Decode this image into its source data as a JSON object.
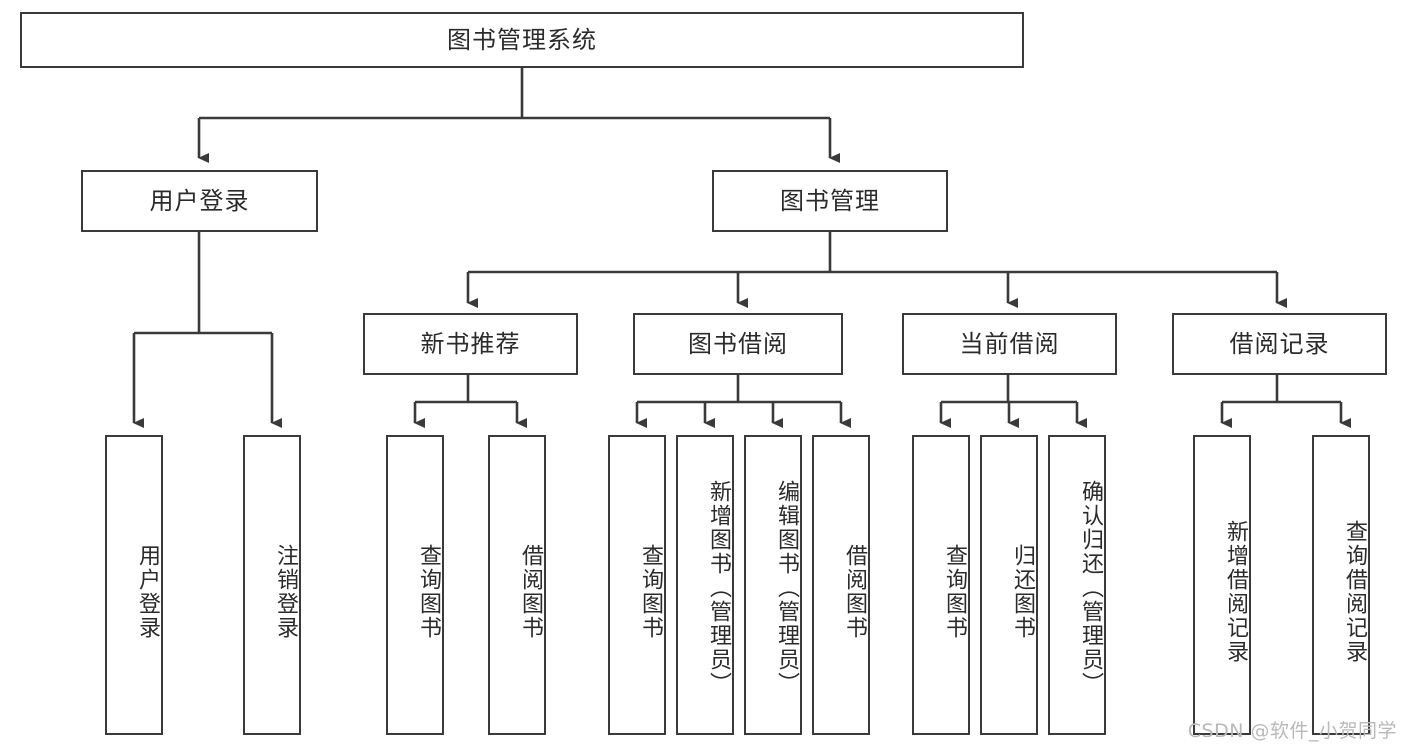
{
  "diagram": {
    "title": "图书管理系统",
    "root": {
      "id": "root",
      "label": "图书管理系统"
    },
    "level2": [
      {
        "id": "user-login",
        "label": "用户登录"
      },
      {
        "id": "book-manage",
        "label": "图书管理"
      }
    ],
    "level3": [
      {
        "id": "new-book-recommend",
        "label": "新书推荐"
      },
      {
        "id": "book-borrow",
        "label": "图书借阅"
      },
      {
        "id": "current-borrow",
        "label": "当前借阅"
      },
      {
        "id": "borrow-record",
        "label": "借阅记录"
      }
    ],
    "leaves": {
      "user_login": [
        {
          "id": "leaf-user-login",
          "label": "用户登录"
        },
        {
          "id": "leaf-logout-login",
          "label": "注销登录"
        }
      ],
      "new_book_recommend": [
        {
          "id": "leaf-query-book-1",
          "label": "查询图书"
        },
        {
          "id": "leaf-borrow-book-1",
          "label": "借阅图书"
        }
      ],
      "book_borrow": [
        {
          "id": "leaf-query-book-2",
          "label": "查询图书"
        },
        {
          "id": "leaf-add-book",
          "label": "新增图书（管理员）"
        },
        {
          "id": "leaf-edit-book",
          "label": "编辑图书（管理员）"
        },
        {
          "id": "leaf-borrow-book-2",
          "label": "借阅图书"
        }
      ],
      "current_borrow": [
        {
          "id": "leaf-query-book-3",
          "label": "查询图书"
        },
        {
          "id": "leaf-return-book",
          "label": "归还图书"
        },
        {
          "id": "leaf-confirm-return",
          "label": "确认归还（管理员）"
        }
      ],
      "borrow_record": [
        {
          "id": "leaf-add-record",
          "label": "新增借阅记录"
        },
        {
          "id": "leaf-query-record",
          "label": "查询借阅记录"
        }
      ]
    }
  },
  "watermark": {
    "text": "CSDN @软件_小贺同学"
  },
  "colors": {
    "border": "#3a3a3a",
    "line": "#3a3a3a",
    "text": "#2b2b2b",
    "background": "#ffffff",
    "watermark": "#b9b9b9"
  }
}
